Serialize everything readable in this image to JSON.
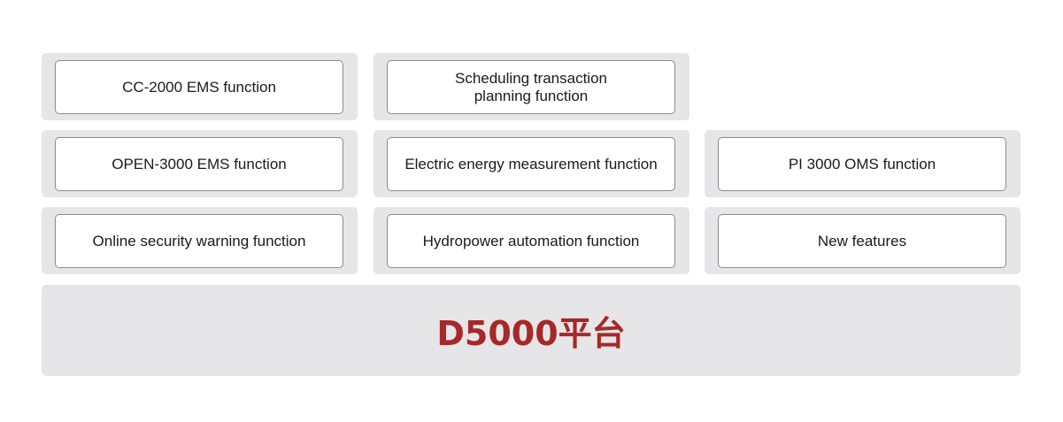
{
  "modules": [
    {
      "row": 0,
      "col": 0,
      "label": "CC-2000 EMS function"
    },
    {
      "row": 0,
      "col": 1,
      "label": "Scheduling transaction\nplanning function"
    },
    {
      "row": 1,
      "col": 0,
      "label": "OPEN-3000 EMS function"
    },
    {
      "row": 1,
      "col": 1,
      "label": "Electric energy measurement function"
    },
    {
      "row": 1,
      "col": 2,
      "label": "PI 3000 OMS function"
    },
    {
      "row": 2,
      "col": 0,
      "label": "Online security warning function"
    },
    {
      "row": 2,
      "col": 1,
      "label": "Hydropower automation function"
    },
    {
      "row": 2,
      "col": 2,
      "label": "New features"
    }
  ],
  "platform": {
    "label": "D5000平台"
  },
  "colors": {
    "cell_background": "#e6e6e8",
    "box_border": "#8c8c8c",
    "platform_text": "#a82828"
  }
}
